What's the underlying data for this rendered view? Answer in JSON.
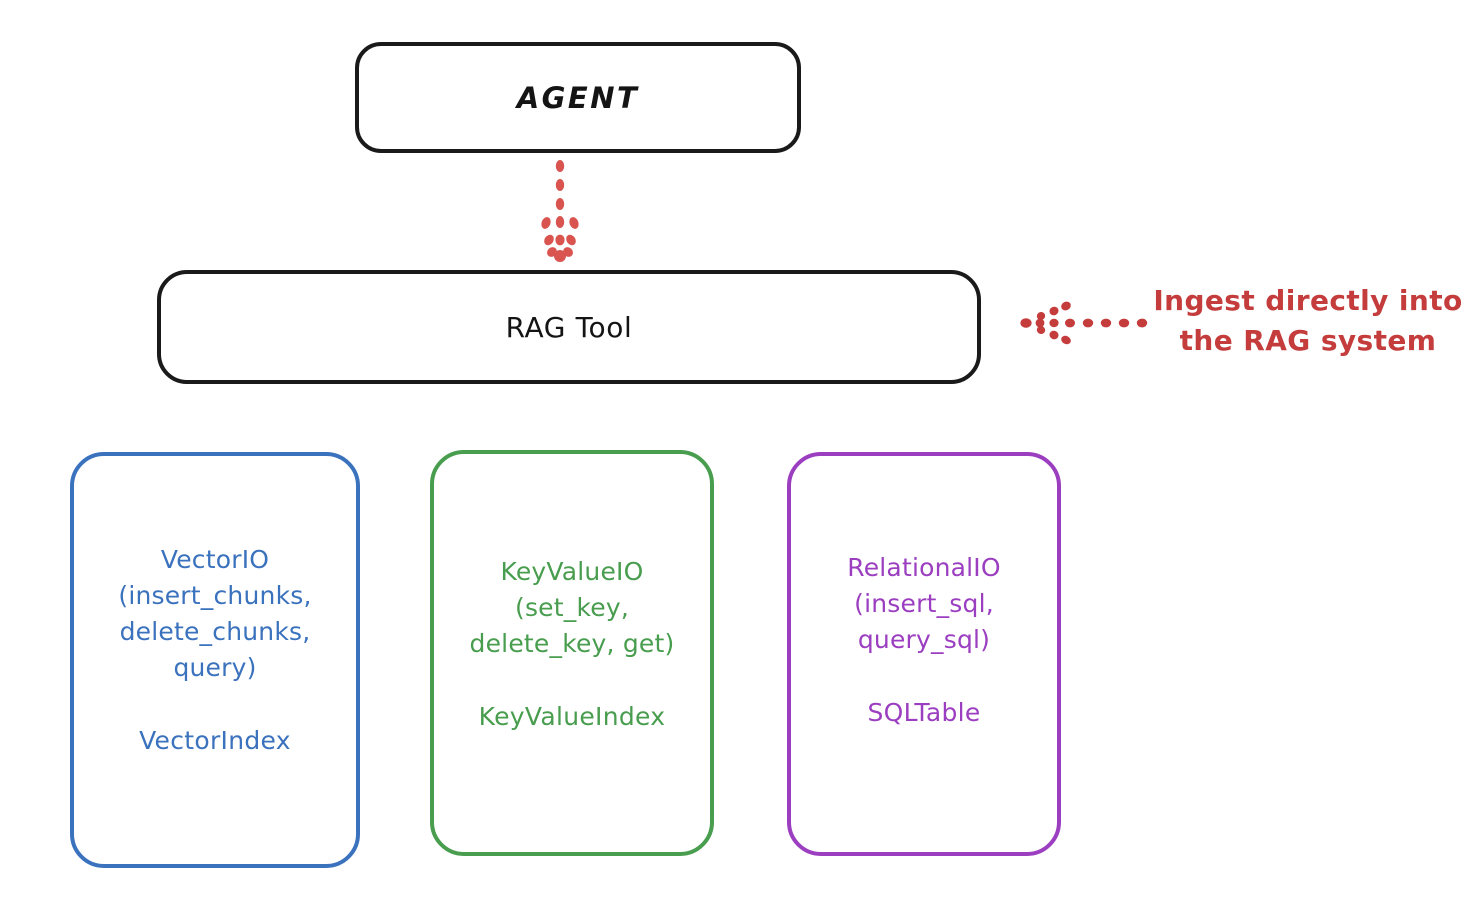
{
  "diagram": {
    "title_node": {
      "label": "AGENT"
    },
    "tool_node": {
      "label": "RAG Tool"
    },
    "annotation": {
      "line1": "Ingest directly into",
      "line2": "the RAG system",
      "color": "#c43c3c"
    },
    "connectors": [
      {
        "name": "agent-to-ragtool",
        "style": "dotted",
        "direction": "down",
        "color": "#d9534f"
      },
      {
        "name": "ingest-to-ragtool",
        "style": "dotted",
        "direction": "left",
        "color": "#c43c3c"
      }
    ],
    "leaf_nodes": [
      {
        "id": "vectorio",
        "color": "#3b72bd",
        "lines": [
          "VectorIO",
          "(insert_chunks,",
          "delete_chunks,",
          "query)"
        ],
        "index_label": "VectorIndex"
      },
      {
        "id": "keyvalueio",
        "color": "#489d4e",
        "lines": [
          "KeyValueIO",
          "(set_key,",
          "delete_key, get)"
        ],
        "index_label": "KeyValueIndex"
      },
      {
        "id": "relationalio",
        "color": "#9b3ec0",
        "lines": [
          "RelationalIO",
          "(insert_sql,",
          "query_sql)"
        ],
        "index_label": "SQLTable"
      }
    ]
  }
}
